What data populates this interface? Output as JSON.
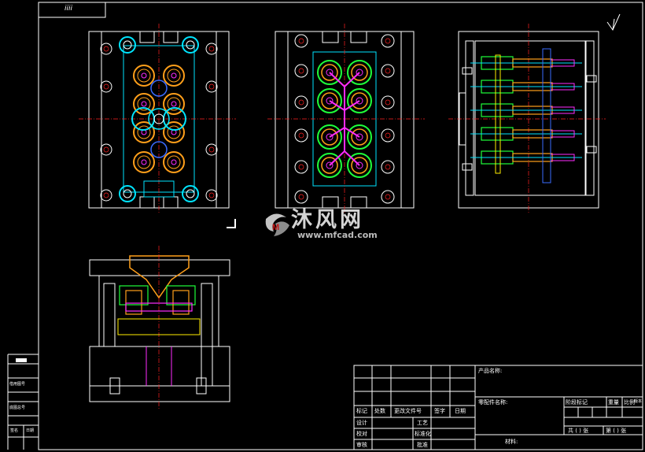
{
  "sheet": {
    "tab_label": "iiii",
    "watermark_text": "沐风网",
    "watermark_url": "www.mfcad.com"
  },
  "left_strip": {
    "labels": [
      "借用图号",
      "底图总号",
      "签名",
      "日期"
    ]
  },
  "title_block": {
    "product_name": "产品名称:",
    "part_name": "零配件名称:",
    "material": "材料:",
    "header_row": [
      "标记",
      "处数",
      "更改文件号",
      "签字",
      "日期"
    ],
    "roles": {
      "design": "设计",
      "check": "校对",
      "review": "审核",
      "process": "工艺",
      "standardize": "标准化",
      "approve": "批准"
    },
    "stage_label": "阶段标记",
    "weight_label": "重量",
    "scale_label": "比例",
    "version_label": "版本",
    "sheet_total": "共 ( ) 张",
    "sheet_index": "第 ( ) 张"
  },
  "colors": {
    "background": "#000000",
    "frame": "#ffffff",
    "contour": "#ffffff",
    "cyan": "#00e5ff",
    "orange": "#ff9f1a",
    "magenta": "#ff2bff",
    "green": "#1eff3a",
    "yellow": "#ffee00",
    "red": "#ff2020",
    "blue": "#3a6bff"
  }
}
